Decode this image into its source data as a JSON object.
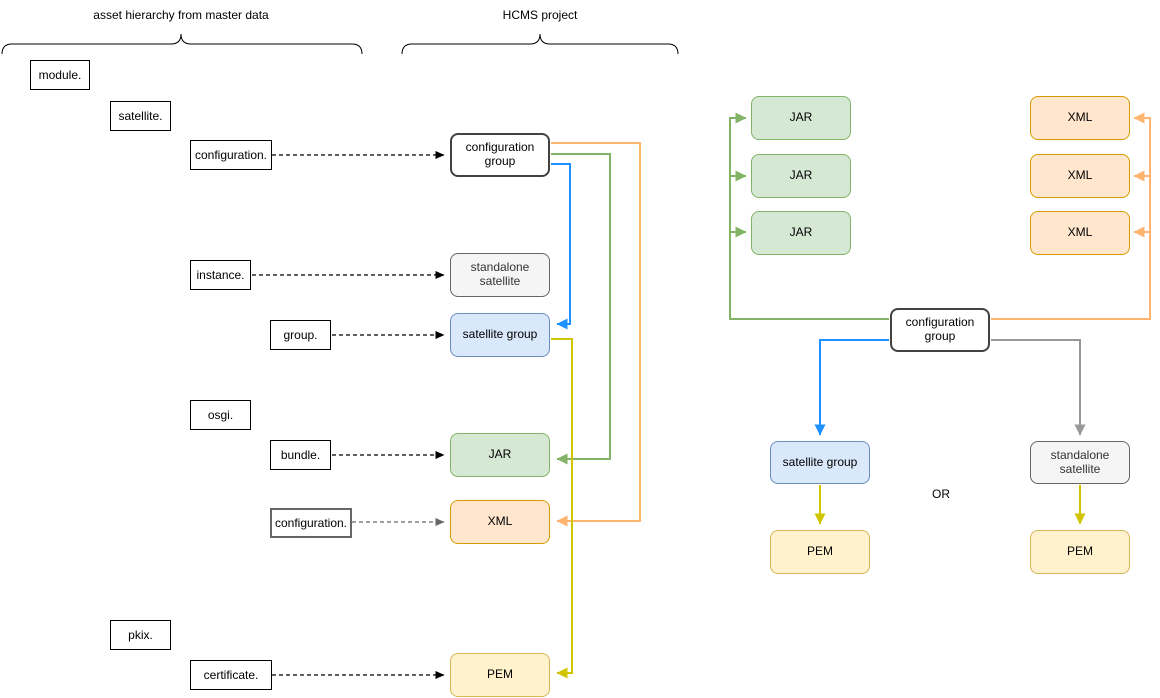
{
  "titles": {
    "master": "asset hierarchy from master data",
    "project": "HCMS project"
  },
  "master_labels": {
    "module": "module.",
    "satellite": "satellite.",
    "configuration": "configuration.",
    "instance": "instance.",
    "group": "group.",
    "osgi": "osgi.",
    "bundle": "bundle.",
    "configuration2": "configuration.",
    "pkix": "pkix.",
    "certificate": "certificate."
  },
  "hcms": {
    "configuration_group": "configuration group",
    "standalone_satellite": "standalone satellite",
    "satellite_group": "satellite group",
    "jar": "JAR",
    "xml": "XML",
    "pem": "PEM"
  },
  "right": {
    "jar_items": [
      "JAR",
      "JAR",
      "JAR"
    ],
    "xml_items": [
      "XML",
      "XML",
      "XML"
    ],
    "configuration_group": "configuration group",
    "satellite_group": "satellite group",
    "standalone_satellite": "standalone satellite",
    "pem_left": "PEM",
    "pem_right": "PEM",
    "or_label": "OR"
  },
  "colors": {
    "blue_line": "#1e90ff",
    "green_line": "#82b366",
    "orange_line": "#ffb570",
    "yellow_line": "#d0c500",
    "gray_line": "#999999",
    "node_green_fill": "#d5e8d4",
    "node_green_border": "#82b366",
    "node_orange_fill": "#ffe6cc",
    "node_orange_border": "#d79b00",
    "node_yellow_fill": "#fff2cc",
    "node_yellow_border": "#d6b656",
    "node_blue_fill": "#dae8fc",
    "node_blue_border": "#6c8ebf",
    "node_gray_fill": "#f5f5f5",
    "node_gray_border": "#666666",
    "node_white_border": "#424242"
  }
}
